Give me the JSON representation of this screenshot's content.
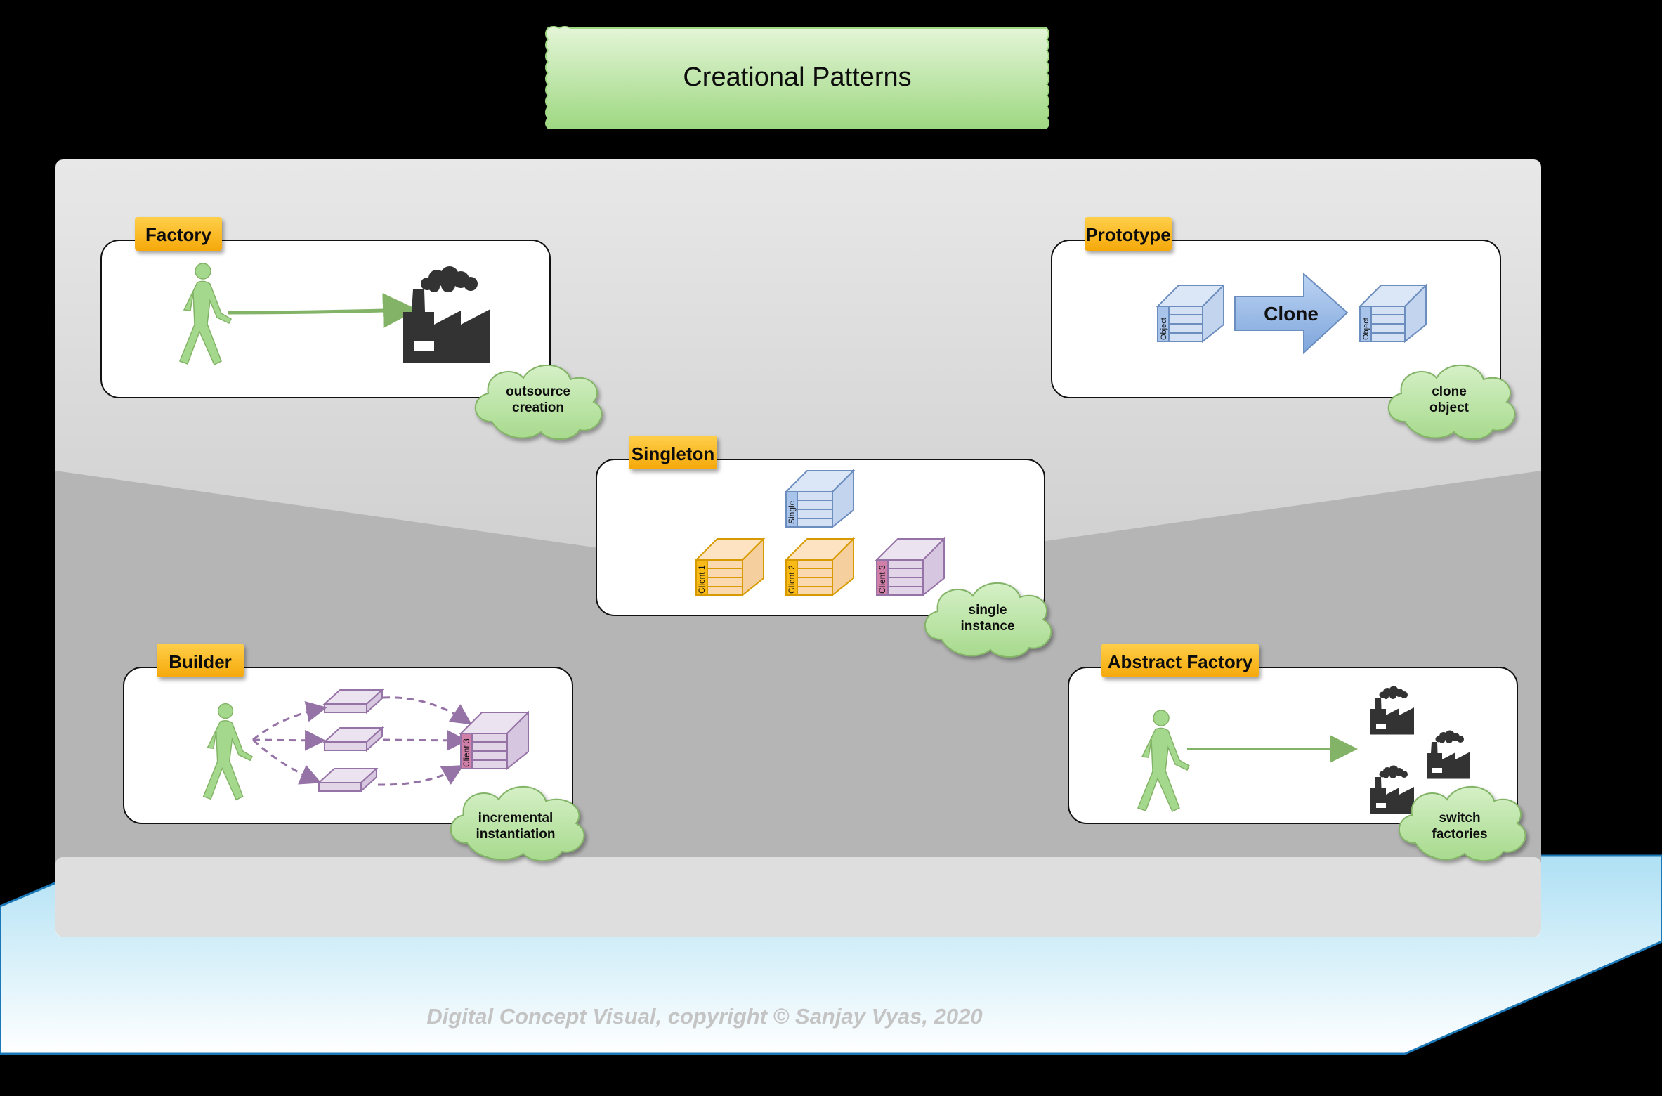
{
  "title": "Creational Patterns",
  "copyright": "Digital Concept Visual, copyright © Sanjay Vyas, 2020",
  "colors": {
    "tag": "#f9b917",
    "cloud": "#b8e2a4",
    "person": "#a4d88c",
    "arrow_green": "#82b366",
    "factory": "#333333",
    "object_blue": "#d4e1f5",
    "client_orange": "#fad9b0",
    "client_purple": "#e1d5e7"
  },
  "patterns": {
    "factory": {
      "label": "Factory",
      "note": "outsource creation"
    },
    "prototype": {
      "label": "Prototype",
      "note": "clone object",
      "arrow_label": "Clone",
      "object_left": "Object",
      "object_right": "Object"
    },
    "singleton": {
      "label": "Singleton",
      "note": "single instance",
      "single": "Single",
      "clients": [
        "Client 1",
        "Client 2",
        "Client 3"
      ]
    },
    "builder": {
      "label": "Builder",
      "note": "incremental instantiation",
      "product": "Client 3"
    },
    "abstract_factory": {
      "label": "Abstract Factory",
      "note": "switch factories"
    }
  }
}
